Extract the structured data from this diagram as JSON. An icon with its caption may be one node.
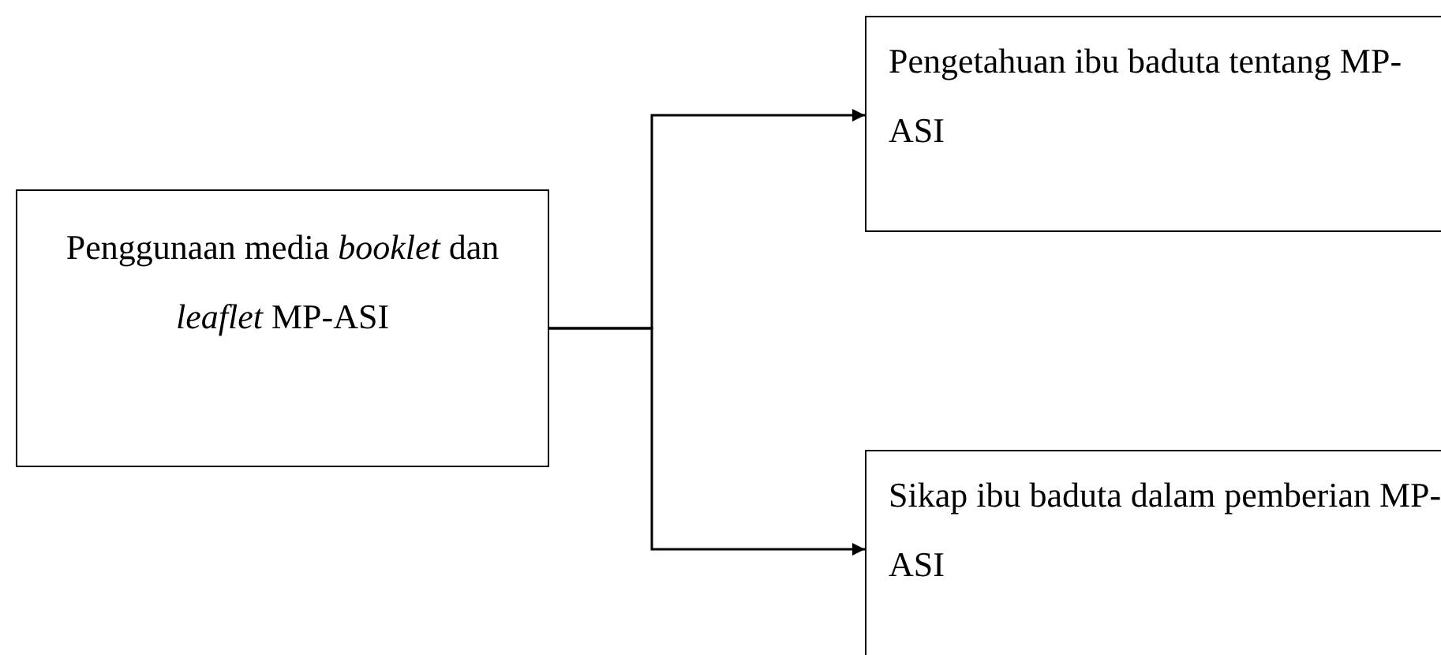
{
  "diagram": {
    "nodes": [
      {
        "text": [
          "Penggunaan media *booklet* dan *leaflet* MP-ASI"
        ]
      },
      {
        "text": [
          "Pengetahuan ibu baduta tentang MP-ASI"
        ]
      },
      {
        "text": [
          "Sikap ibu baduta dalam pemberian MP-ASI"
        ]
      }
    ],
    "edges": [
      {
        "from": 0,
        "to": 1,
        "arrow": "to"
      },
      {
        "from": 0,
        "to": 2,
        "arrow": "to"
      }
    ]
  }
}
